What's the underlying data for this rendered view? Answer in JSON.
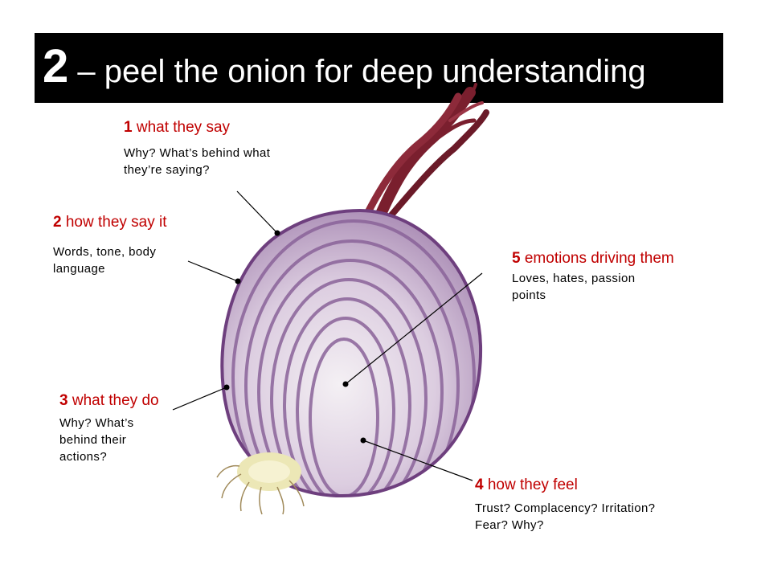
{
  "title": {
    "number": "2",
    "text": " – peel the onion for deep understanding"
  },
  "layers": [
    {
      "id": "say",
      "number": "1",
      "label": "what they say",
      "desc": [
        "Why? What’s behind what",
        "they’re saying?"
      ]
    },
    {
      "id": "how",
      "number": "2",
      "label": "how they say it",
      "desc": [
        "Words, tone, body",
        "language"
      ]
    },
    {
      "id": "do",
      "number": "3",
      "label": "what they do",
      "desc": [
        "Why? What’s",
        "behind their",
        "actions?"
      ]
    },
    {
      "id": "feel",
      "number": "4",
      "label": "how they feel",
      "desc": [
        "Trust? Complacency? Irritation?",
        "Fear? Why?"
      ]
    },
    {
      "id": "emotions",
      "number": "5",
      "label": "emotions driving them",
      "desc": [
        "Loves, hates, passion",
        "points"
      ]
    }
  ],
  "colors": {
    "banner": "#000000",
    "accent": "#c00000",
    "onion_skin": "#7a1f2e",
    "onion_flesh": "#b79bc4"
  }
}
